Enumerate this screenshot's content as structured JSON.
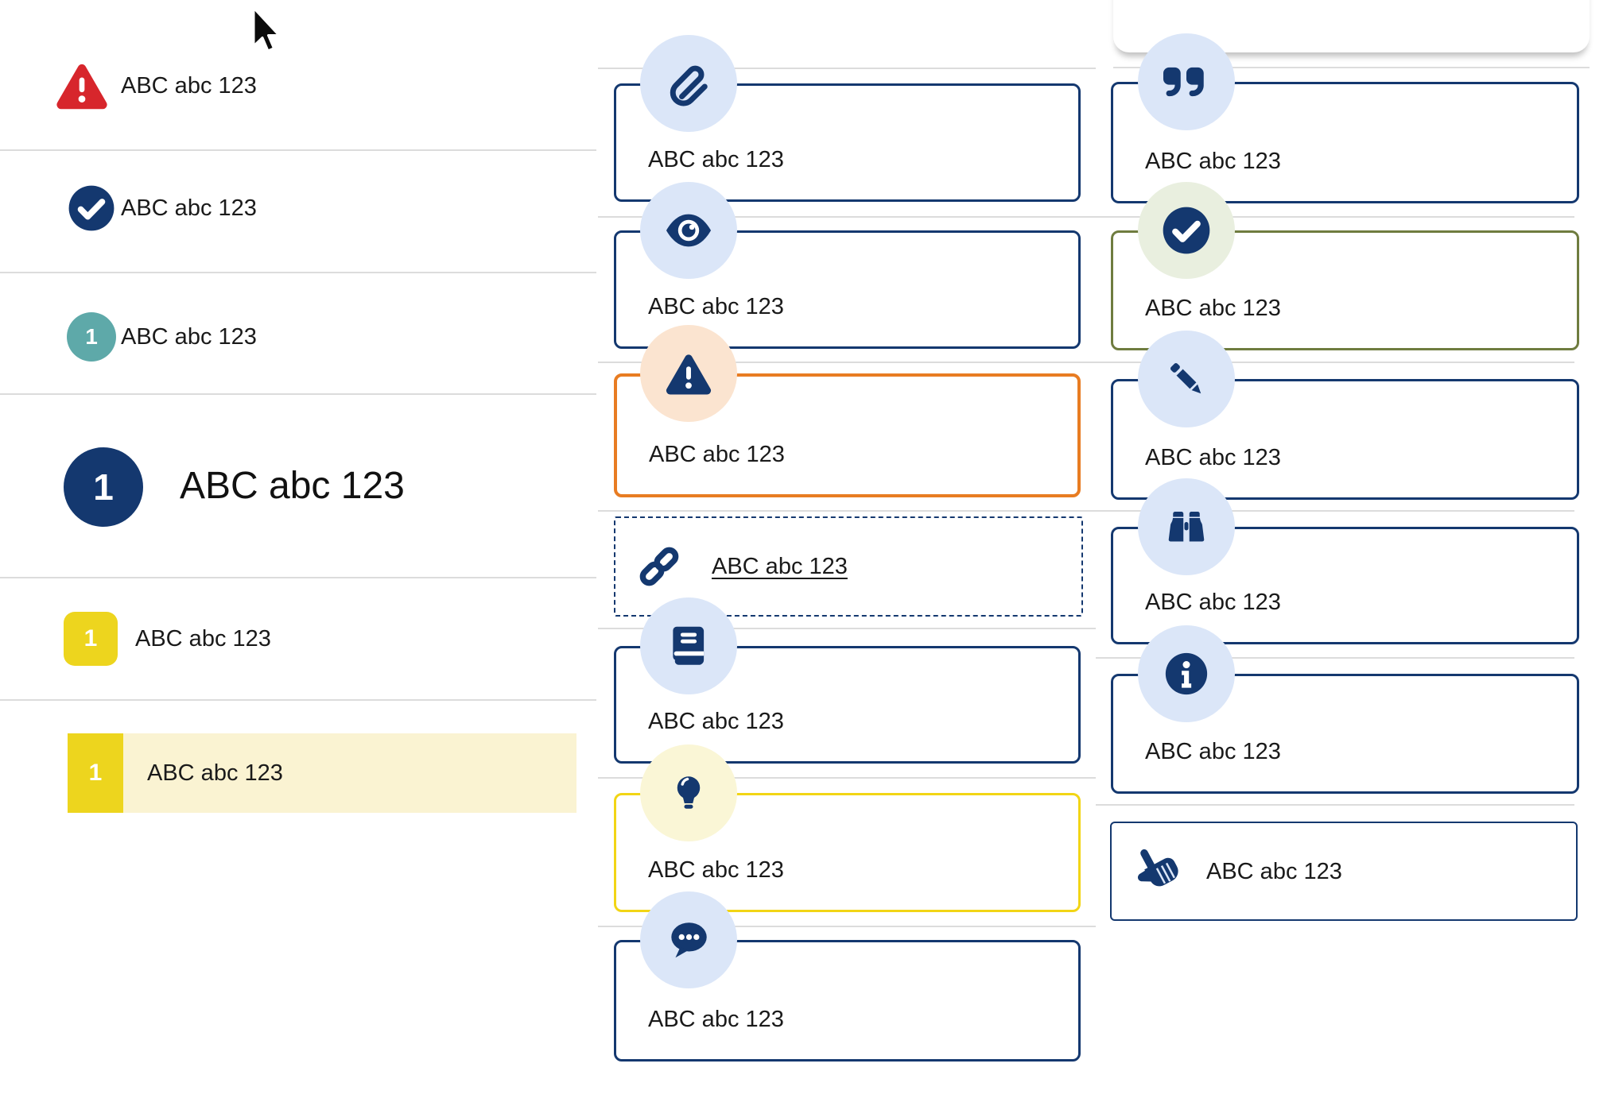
{
  "page": {
    "background": "#ffffff",
    "text_color": "#1a1a1a",
    "accent_navy": "#14386F",
    "divider_color": "#dcdcdc"
  },
  "left_list": {
    "items": [
      {
        "icon": "warning-triangle-icon",
        "icon_color": "#D7262C",
        "label": "ABC abc 123"
      },
      {
        "icon": "check-circle-icon",
        "icon_color": "#14386F",
        "label": "ABC abc 123"
      },
      {
        "icon": "number-badge-teal",
        "badge_color": "#5EA9A9",
        "number": "1",
        "label": "ABC abc 123"
      },
      {
        "icon": "number-badge-navy-large",
        "badge_color": "#14386F",
        "number": "1",
        "label": "ABC abc 123"
      },
      {
        "icon": "number-badge-yellow",
        "badge_color": "#EDD51E",
        "number": "1",
        "label": "ABC abc 123"
      },
      {
        "icon": "number-badge-yellow",
        "badge_color": "#EDD51E",
        "number": "1",
        "label": "ABC abc 123",
        "highlight_color": "#FAF3D2"
      }
    ]
  },
  "middle_callouts": {
    "items": [
      {
        "icon": "paperclip-icon",
        "border_color": "#14386F",
        "icon_bg": "#DBE6F8",
        "label": "ABC abc 123"
      },
      {
        "icon": "eye-icon",
        "border_color": "#14386F",
        "icon_bg": "#DBE6F8",
        "label": "ABC abc 123"
      },
      {
        "icon": "warning-triangle-icon",
        "border_color": "#E87C22",
        "icon_bg": "#FBE4D0",
        "label": "ABC abc 123"
      },
      {
        "icon": "link-icon",
        "border_color": "#14386F",
        "border_style": "dashed",
        "label": "ABC abc 123",
        "link": true
      },
      {
        "icon": "book-icon",
        "border_color": "#14386F",
        "icon_bg": "#DBE6F8",
        "label": "ABC abc 123"
      },
      {
        "icon": "lightbulb-icon",
        "border_color": "#F2D515",
        "icon_bg": "#FAF6D6",
        "label": "ABC abc 123"
      },
      {
        "icon": "chat-icon",
        "border_color": "#14386F",
        "icon_bg": "#DBE6F8",
        "label": "ABC abc 123"
      }
    ]
  },
  "right_callouts": {
    "items": [
      {
        "icon": "quote-icon",
        "border_color": "#14386F",
        "icon_bg": "#DBE6F8",
        "label": "ABC abc 123"
      },
      {
        "icon": "check-circle-icon",
        "border_color": "#6F7C3F",
        "icon_bg": "#E9EFDF",
        "label": "ABC abc 123"
      },
      {
        "icon": "pencil-icon",
        "border_color": "#14386F",
        "icon_bg": "#DBE6F8",
        "label": "ABC abc 123"
      },
      {
        "icon": "binoculars-icon",
        "border_color": "#14386F",
        "icon_bg": "#DBE6F8",
        "label": "ABC abc 123"
      },
      {
        "icon": "info-icon",
        "border_color": "#14386F",
        "icon_bg": "#DBE6F8",
        "label": "ABC abc 123"
      },
      {
        "icon": "hand-pointer-icon",
        "border_color": "#14386F",
        "label": "ABC abc 123"
      }
    ]
  }
}
